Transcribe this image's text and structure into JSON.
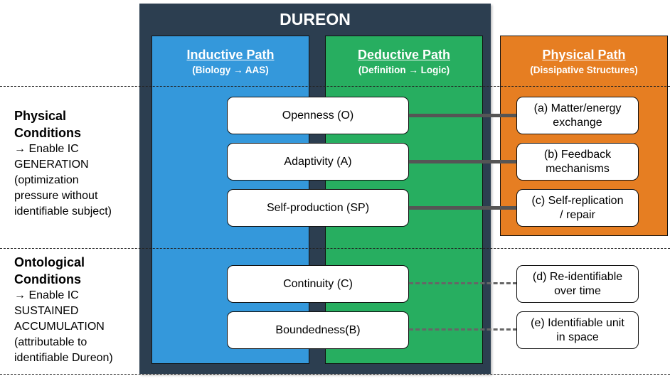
{
  "title": "DUREON",
  "columns": {
    "inductive": {
      "title": "Inductive Path",
      "subtitle": "(Biology → AAS)",
      "color": "#3498db"
    },
    "deductive": {
      "title": "Deductive Path",
      "subtitle": "(Definition → Logic)",
      "color": "#27ae60"
    },
    "physical": {
      "title": "Physical Path",
      "subtitle": "(Dissipative Structures)",
      "color": "#e67e22"
    }
  },
  "frame_color": "#2c3e50",
  "sections": {
    "physical": {
      "heading": [
        "Physical",
        "Conditions"
      ],
      "lines": [
        "→ Enable IC",
        "GENERATION",
        "(optimization",
        "pressure without",
        "identifiable subject)"
      ]
    },
    "ontological": {
      "heading": [
        "Ontological",
        "Conditions"
      ],
      "lines": [
        "→ Enable IC",
        "SUSTAINED",
        "ACCUMULATION",
        "(attributable to",
        "identifiable Dureon)"
      ]
    }
  },
  "conditions": [
    {
      "label": "Openness (O)",
      "link": "solid"
    },
    {
      "label": "Adaptivity  (A)",
      "link": "solid"
    },
    {
      "label": "Self-production (SP)",
      "link": "solid"
    },
    {
      "label": "Continuity  (C)",
      "link": "dashed"
    },
    {
      "label": "Boundedness(B)",
      "link": "dashed"
    }
  ],
  "properties": [
    {
      "line1": "(a) Matter/energy",
      "line2": "exchange"
    },
    {
      "line1": "(b) Feedback",
      "line2": "mechanisms"
    },
    {
      "line1": "(c) Self-replication",
      "line2": "/ repair"
    },
    {
      "line1": "(d) Re-identifiable",
      "line2": "over time"
    },
    {
      "line1": "(e) Identifiable unit",
      "line2": "in space"
    }
  ]
}
